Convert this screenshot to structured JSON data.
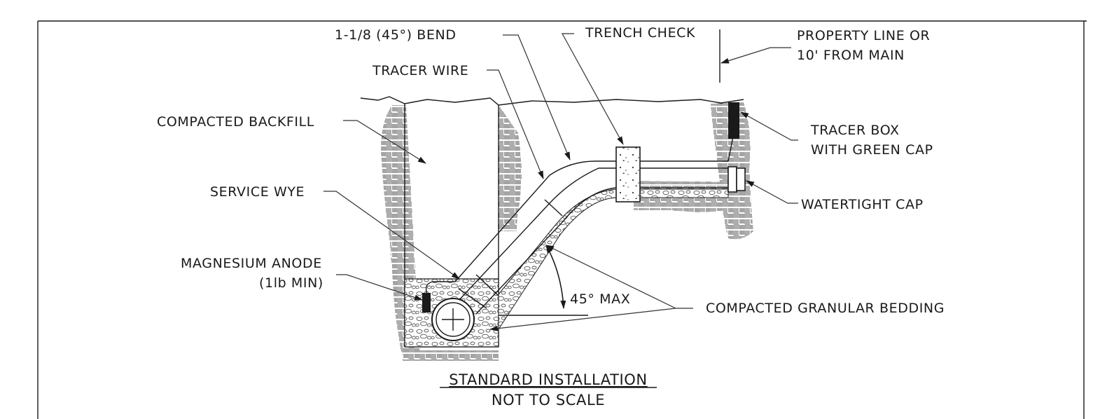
{
  "labels": {
    "bend": "1-1/8 (45°) BEND",
    "trench_check": "TRENCH CHECK",
    "property_line_1": "PROPERTY LINE OR",
    "property_line_2": "10' FROM MAIN",
    "tracer_wire": "TRACER WIRE",
    "compacted_backfill": "COMPACTED BACKFILL",
    "tracer_box_1": "TRACER BOX",
    "tracer_box_2": "WITH GREEN CAP",
    "service_wye": "SERVICE WYE",
    "watertight_cap": "WATERTIGHT CAP",
    "magnesium_anode_1": "MAGNESIUM ANODE",
    "magnesium_anode_2": "(1lb MIN)",
    "angle": "45° MAX",
    "bedding": "COMPACTED GRANULAR BEDDING"
  },
  "title": {
    "main": "STANDARD INSTALLATION",
    "sub": "NOT TO SCALE"
  },
  "colors": {
    "ink": "#1a1a1a",
    "hatch": "#4a4a4a",
    "background": "#ffffff"
  }
}
